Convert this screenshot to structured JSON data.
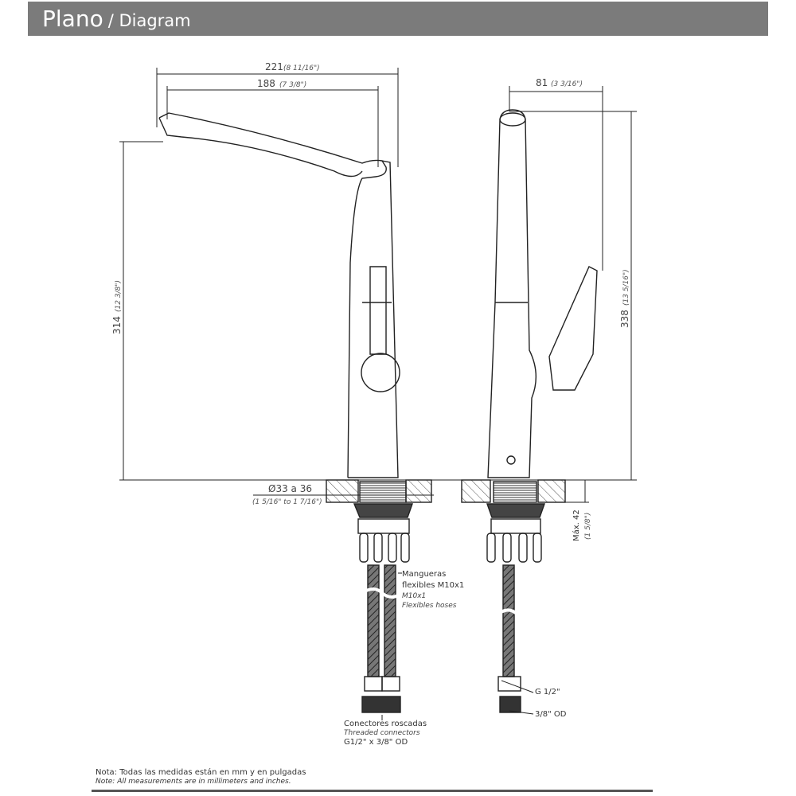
{
  "header": {
    "title": "Plano",
    "subtitle": "/ Diagram"
  },
  "dimensions": {
    "width_221": "221",
    "width_221_in": "(8 11/16\")",
    "width_188": "188",
    "width_188_in": "(7 3/8\")",
    "height_314": "314",
    "height_314_in": "(12 3/8\")",
    "depth_81": "81",
    "depth_81_in": "(3 3/16\")",
    "height_338": "338",
    "height_338_in": "(13 5/16\")",
    "hole": "Ø33 a 36",
    "hole_in": "(1 5/16\" to 1 7/16\")",
    "max_thickness": "Máx. 42",
    "max_thickness_in": "(1 5/8\")"
  },
  "labels": {
    "hoses_es_1": "Mangueras",
    "hoses_es_2": "flexibles M10x1",
    "hoses_en_1": "M10x1",
    "hoses_en_2": "Flexibles hoses",
    "connectors_es": "Conectores roscadas",
    "connectors_en": "Threaded connectors",
    "connectors_size": "G1/2\" x 3/8\" OD",
    "thread_g": "G 1/2\"",
    "thread_od": "3/8\" OD"
  },
  "note": {
    "es": "Nota: Todas las medidas están en mm y en pulgadas",
    "en": "Note: All measurements are in millimeters and inches."
  }
}
